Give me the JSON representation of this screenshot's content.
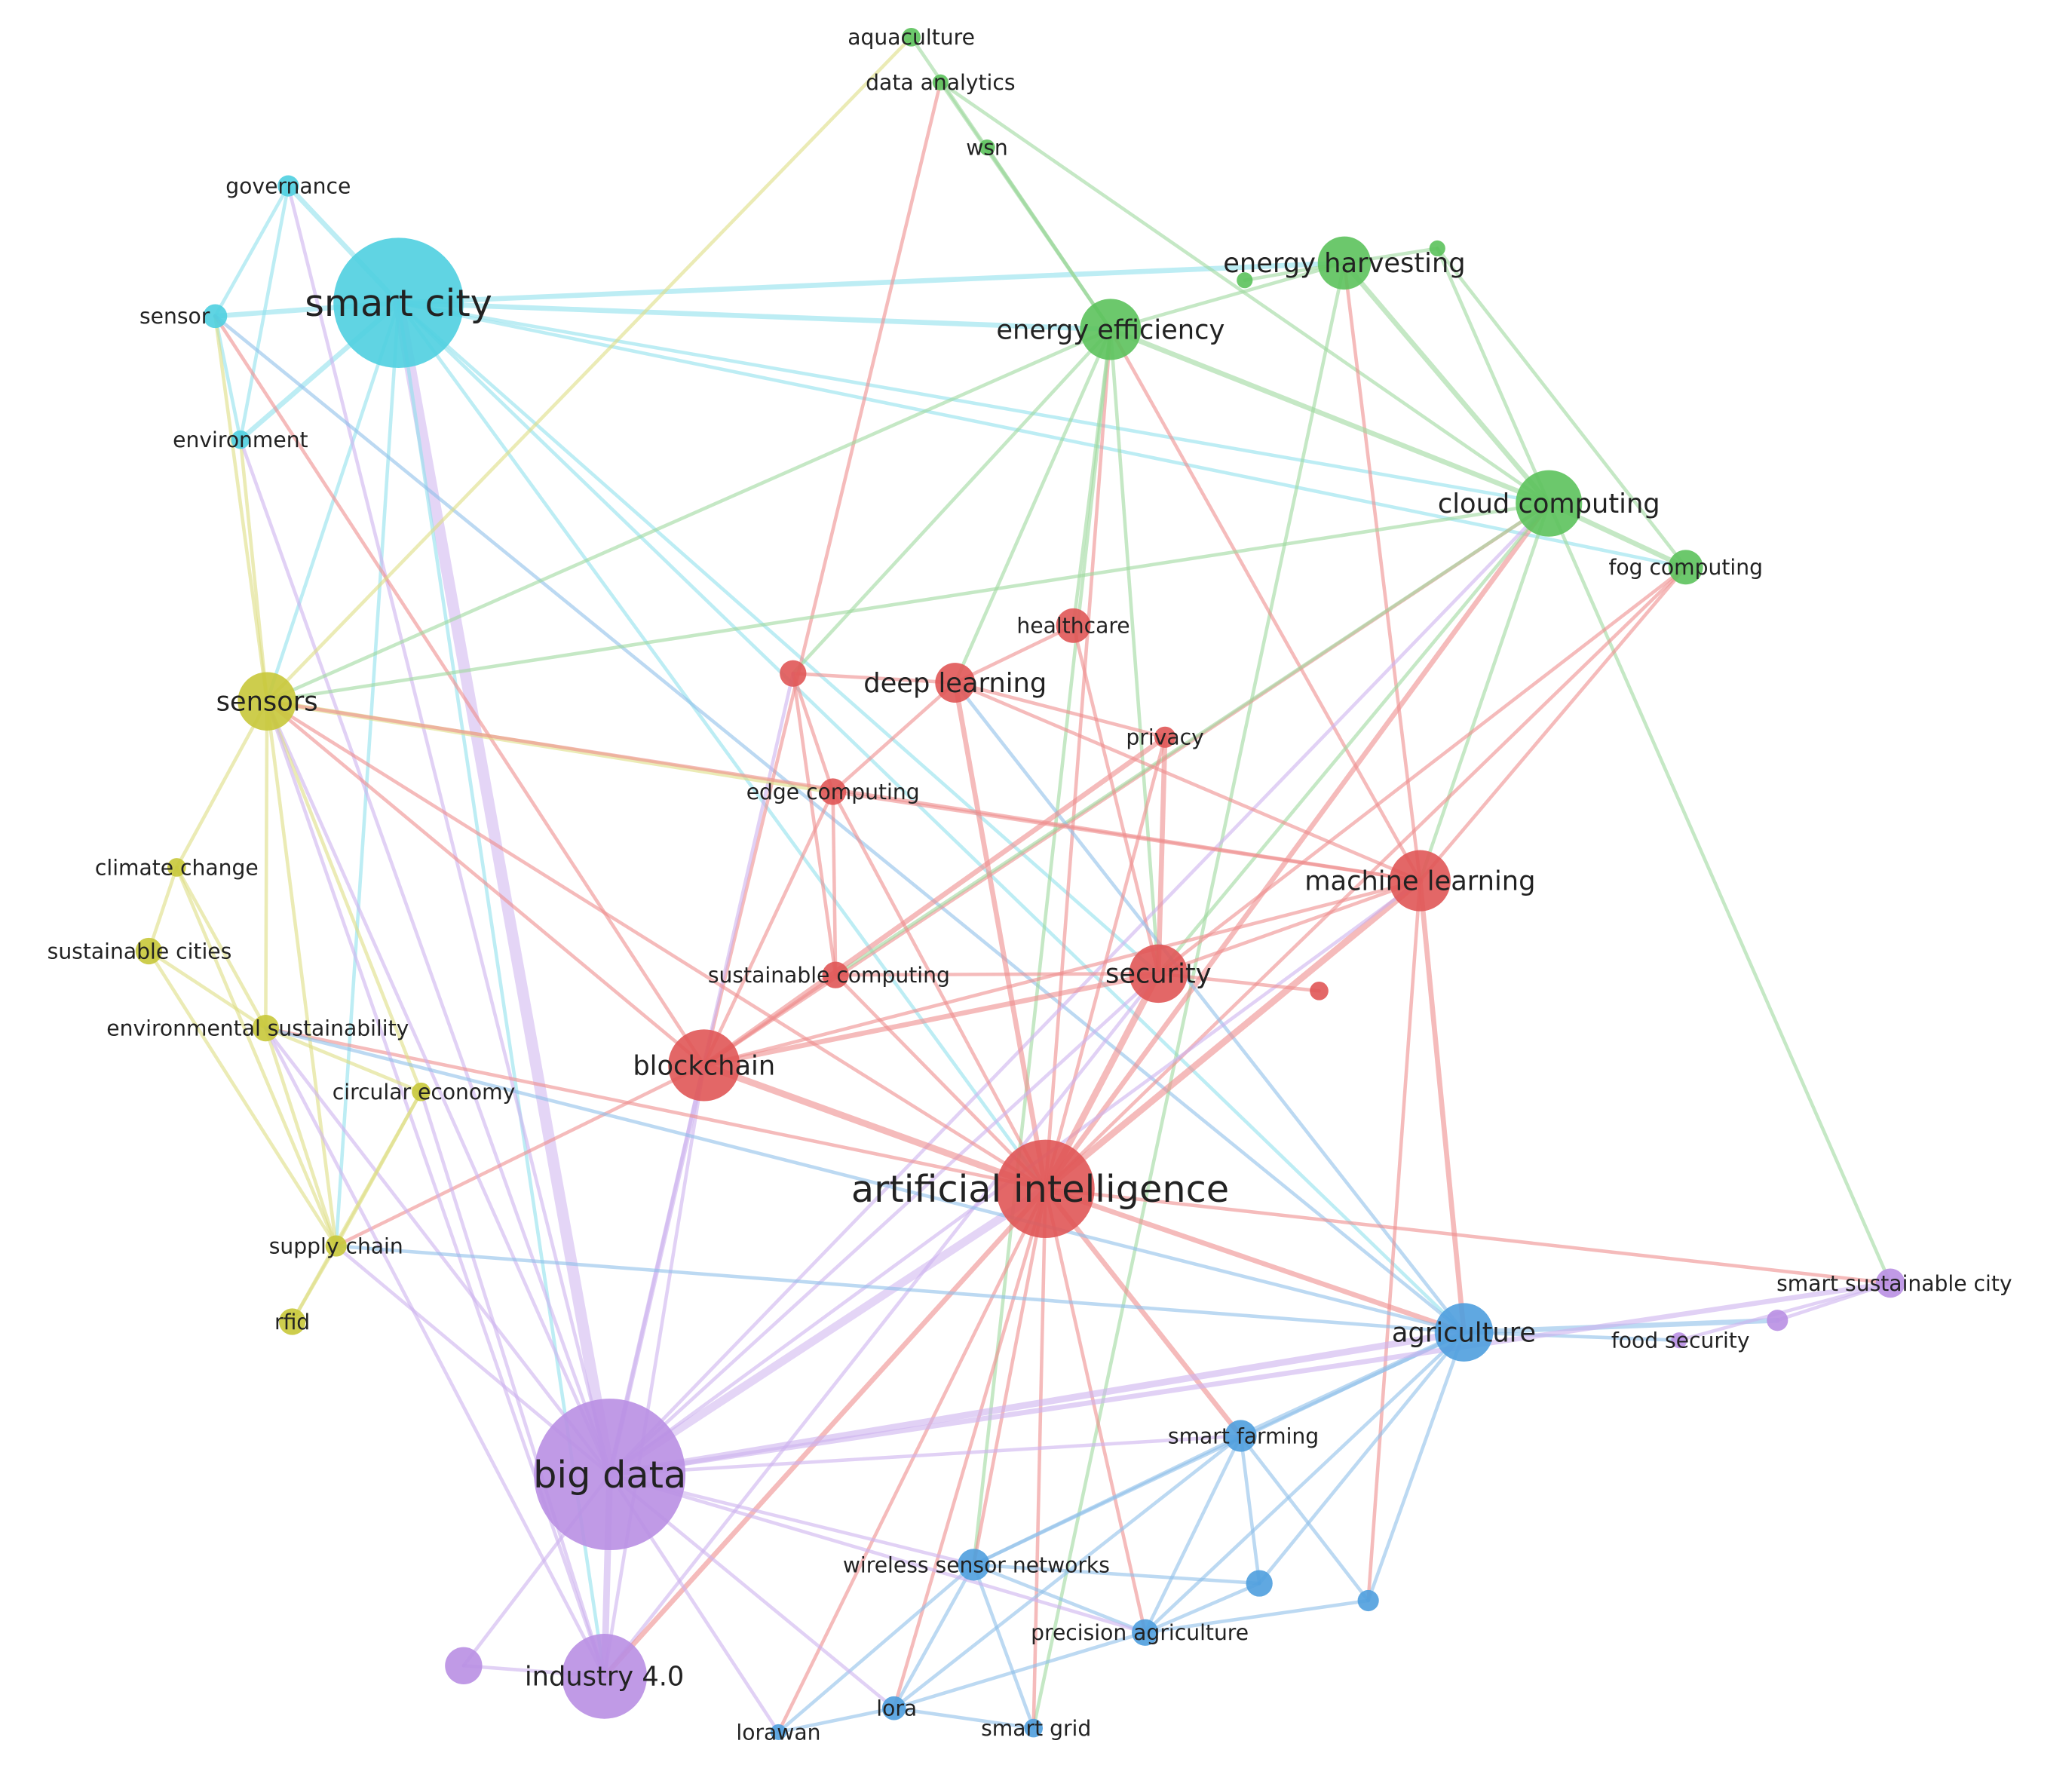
{
  "clusters": {
    "red": {
      "node": "#e05757",
      "edge": "#ef8e8e"
    },
    "green": {
      "node": "#5cc25c",
      "edge": "#9fd89f"
    },
    "blue": {
      "node": "#4f9ede",
      "edge": "#8fc0ea"
    },
    "yellow": {
      "node": "#c8c83a",
      "edge": "#dede84"
    },
    "purple": {
      "node": "#b98fe3",
      "edge": "#cdb2ef"
    },
    "cyan": {
      "node": "#4fcfe0",
      "edge": "#91e1ec"
    }
  },
  "nodes": [
    {
      "id": "n_smartcity",
      "label": "smart city",
      "cluster": "cyan",
      "weight": 20,
      "importance": "major"
    },
    {
      "id": "n_governance",
      "label": "governance",
      "cluster": "cyan",
      "weight": 2,
      "importance": "minor"
    },
    {
      "id": "n_sensor",
      "label": "sensor",
      "cluster": "cyan",
      "weight": 2,
      "importance": "minor"
    },
    {
      "id": "n_environment",
      "label": "environment",
      "cluster": "cyan",
      "weight": 2,
      "importance": "minor"
    },
    {
      "id": "n_aquaculture",
      "label": "aquaculture",
      "cluster": "green",
      "weight": 1,
      "importance": "minor"
    },
    {
      "id": "n_dataanalytics",
      "label": "data analytics",
      "cluster": "green",
      "weight": 1,
      "importance": "minor"
    },
    {
      "id": "n_wsn",
      "label": "wsn",
      "cluster": "green",
      "weight": 1,
      "importance": "minor"
    },
    {
      "id": "n_energyharvest",
      "label": "energy harvesting",
      "cluster": "green",
      "weight": 5,
      "importance": "medium"
    },
    {
      "id": "n_green_small1",
      "label": "",
      "cluster": "green",
      "weight": 1,
      "importance": "minor"
    },
    {
      "id": "n_green_small2",
      "label": "",
      "cluster": "green",
      "weight": 1,
      "importance": "minor"
    },
    {
      "id": "n_energyeff",
      "label": "energy efficiency",
      "cluster": "green",
      "weight": 6,
      "importance": "medium"
    },
    {
      "id": "n_cloud",
      "label": "cloud computing",
      "cluster": "green",
      "weight": 7,
      "importance": "medium"
    },
    {
      "id": "n_fog",
      "label": "fog computing",
      "cluster": "green",
      "weight": 3,
      "importance": "minor"
    },
    {
      "id": "n_healthcare",
      "label": "healthcare",
      "cluster": "red",
      "weight": 3,
      "importance": "minor"
    },
    {
      "id": "n_red_small1",
      "label": "",
      "cluster": "red",
      "weight": 2,
      "importance": "minor"
    },
    {
      "id": "n_deeplearning",
      "label": "deep learning",
      "cluster": "red",
      "weight": 4,
      "importance": "medium"
    },
    {
      "id": "n_privacy",
      "label": "privacy",
      "cluster": "red",
      "weight": 1,
      "importance": "minor"
    },
    {
      "id": "n_edge",
      "label": "edge computing",
      "cluster": "red",
      "weight": 2,
      "importance": "minor"
    },
    {
      "id": "n_ml",
      "label": "machine learning",
      "cluster": "red",
      "weight": 7,
      "importance": "medium"
    },
    {
      "id": "n_sustcomp",
      "label": "sustainable computing",
      "cluster": "red",
      "weight": 2,
      "importance": "minor"
    },
    {
      "id": "n_security",
      "label": "security",
      "cluster": "red",
      "weight": 6,
      "importance": "medium"
    },
    {
      "id": "n_red_small2",
      "label": "",
      "cluster": "red",
      "weight": 1,
      "importance": "minor"
    },
    {
      "id": "n_blockchain",
      "label": "blockchain",
      "cluster": "red",
      "weight": 9,
      "importance": "medium"
    },
    {
      "id": "n_ai",
      "label": "artificial intelligence",
      "cluster": "red",
      "weight": 18,
      "importance": "major"
    },
    {
      "id": "n_sensors",
      "label": "sensors",
      "cluster": "yellow",
      "weight": 5,
      "importance": "medium"
    },
    {
      "id": "n_climate",
      "label": "climate change",
      "cluster": "yellow",
      "weight": 1,
      "importance": "minor"
    },
    {
      "id": "n_sustcities",
      "label": "sustainable cities",
      "cluster": "yellow",
      "weight": 2,
      "importance": "minor"
    },
    {
      "id": "n_envsust",
      "label": "environmental sustainability",
      "cluster": "yellow",
      "weight": 2,
      "importance": "minor"
    },
    {
      "id": "n_circular",
      "label": "circular economy",
      "cluster": "yellow",
      "weight": 1,
      "importance": "minor"
    },
    {
      "id": "n_supply",
      "label": "supply chain",
      "cluster": "yellow",
      "weight": 1,
      "importance": "minor"
    },
    {
      "id": "n_rfid",
      "label": "rfid",
      "cluster": "yellow",
      "weight": 2,
      "importance": "minor"
    },
    {
      "id": "n_agriculture",
      "label": "agriculture",
      "cluster": "blue",
      "weight": 6,
      "importance": "medium"
    },
    {
      "id": "n_smartfarming",
      "label": "smart farming",
      "cluster": "blue",
      "weight": 3,
      "importance": "minor"
    },
    {
      "id": "n_wsnets",
      "label": "wireless sensor networks",
      "cluster": "blue",
      "weight": 3,
      "importance": "minor"
    },
    {
      "id": "n_blue_small1",
      "label": "",
      "cluster": "blue",
      "weight": 2,
      "importance": "minor"
    },
    {
      "id": "n_blue_small2",
      "label": "",
      "cluster": "blue",
      "weight": 1,
      "importance": "minor"
    },
    {
      "id": "n_precision",
      "label": "precision agriculture",
      "cluster": "blue",
      "weight": 2,
      "importance": "minor"
    },
    {
      "id": "n_lora",
      "label": "lora",
      "cluster": "blue",
      "weight": 2,
      "importance": "minor"
    },
    {
      "id": "n_lorawan",
      "label": "lorawan",
      "cluster": "blue",
      "weight": 1,
      "importance": "minor"
    },
    {
      "id": "n_smartgrid",
      "label": "smart grid",
      "cluster": "blue",
      "weight": 1,
      "importance": "minor"
    },
    {
      "id": "n_bigdata",
      "label": "big data",
      "cluster": "purple",
      "weight": 26,
      "importance": "major"
    },
    {
      "id": "n_industry40",
      "label": "industry 4.0",
      "cluster": "purple",
      "weight": 10,
      "importance": "medium"
    },
    {
      "id": "n_purple_small1",
      "label": "",
      "cluster": "purple",
      "weight": 2,
      "importance": "minor"
    },
    {
      "id": "n_foodsec",
      "label": "food security",
      "cluster": "purple",
      "weight": 1,
      "importance": "minor"
    },
    {
      "id": "n_purple_small2",
      "label": "",
      "cluster": "purple",
      "weight": 1,
      "importance": "minor"
    },
    {
      "id": "n_smartsustcity",
      "label": "smart sustainable city",
      "cluster": "purple",
      "weight": 2,
      "importance": "minor"
    }
  ],
  "edges": [
    [
      "n_smartcity",
      "n_governance",
      2
    ],
    [
      "n_smartcity",
      "n_sensor",
      2
    ],
    [
      "n_smartcity",
      "n_environment",
      2
    ],
    [
      "n_smartcity",
      "n_energyharvest",
      2
    ],
    [
      "n_smartcity",
      "n_energyeff",
      2
    ],
    [
      "n_smartcity",
      "n_cloud",
      1
    ],
    [
      "n_smartcity",
      "n_fog",
      1
    ],
    [
      "n_smartcity",
      "n_bigdata",
      6
    ],
    [
      "n_smartcity",
      "n_industry40",
      1
    ],
    [
      "n_smartcity",
      "n_ai",
      1
    ],
    [
      "n_smartcity",
      "n_agriculture",
      1
    ],
    [
      "n_smartcity",
      "n_sensors",
      1
    ],
    [
      "n_smartcity",
      "n_supply",
      1
    ],
    [
      "n_smartcity",
      "n_security",
      1
    ],
    [
      "n_governance",
      "n_sensor",
      1
    ],
    [
      "n_governance",
      "n_environment",
      1
    ],
    [
      "n_governance",
      "n_bigdata",
      1
    ],
    [
      "n_sensor",
      "n_environment",
      1
    ],
    [
      "n_sensor",
      "n_sensors",
      1
    ],
    [
      "n_sensor",
      "n_blockchain",
      1
    ],
    [
      "n_sensor",
      "n_agriculture",
      1
    ],
    [
      "n_environment",
      "n_sensors",
      1
    ],
    [
      "n_environment",
      "n_bigdata",
      1
    ],
    [
      "n_aquaculture",
      "n_energyeff",
      1
    ],
    [
      "n_aquaculture",
      "n_sensors",
      1
    ],
    [
      "n_dataanalytics",
      "n_energyeff",
      1
    ],
    [
      "n_dataanalytics",
      "n_cloud",
      1
    ],
    [
      "n_dataanalytics",
      "n_blockchain",
      1
    ],
    [
      "n_wsn",
      "n_energyeff",
      1
    ],
    [
      "n_energyharvest",
      "n_energyeff",
      1
    ],
    [
      "n_energyharvest",
      "n_cloud",
      2
    ],
    [
      "n_energyharvest",
      "n_ml",
      1
    ],
    [
      "n_energyharvest",
      "n_smartgrid",
      1
    ],
    [
      "n_energyharvest",
      "n_green_small1",
      1
    ],
    [
      "n_energyharvest",
      "n_green_small2",
      1
    ],
    [
      "n_green_small2",
      "n_cloud",
      1
    ],
    [
      "n_green_small2",
      "n_fog",
      1
    ],
    [
      "n_energyeff",
      "n_cloud",
      2
    ],
    [
      "n_energyeff",
      "n_ai",
      1
    ],
    [
      "n_energyeff",
      "n_healthcare",
      1
    ],
    [
      "n_energyeff",
      "n_sensors",
      1
    ],
    [
      "n_energyeff",
      "n_security",
      1
    ],
    [
      "n_energyeff",
      "n_red_small1",
      1
    ],
    [
      "n_energyeff",
      "n_ml",
      1
    ],
    [
      "n_energyeff",
      "n_wsnets",
      1
    ],
    [
      "n_energyeff",
      "n_deeplearning",
      1
    ],
    [
      "n_cloud",
      "n_fog",
      2
    ],
    [
      "n_cloud",
      "n_ai",
      2
    ],
    [
      "n_cloud",
      "n_sensors",
      1
    ],
    [
      "n_cloud",
      "n_ml",
      1
    ],
    [
      "n_cloud",
      "n_security",
      1
    ],
    [
      "n_cloud",
      "n_blockchain",
      1
    ],
    [
      "n_cloud",
      "n_bigdata",
      1
    ],
    [
      "n_cloud",
      "n_smartsustcity",
      1
    ],
    [
      "n_cloud",
      "n_sustcomp",
      1
    ],
    [
      "n_fog",
      "n_ai",
      1
    ],
    [
      "n_fog",
      "n_security",
      1
    ],
    [
      "n_fog",
      "n_ml",
      1
    ],
    [
      "n_healthcare",
      "n_deeplearning",
      1
    ],
    [
      "n_healthcare",
      "n_security",
      1
    ],
    [
      "n_deeplearning",
      "n_red_small1",
      1
    ],
    [
      "n_deeplearning",
      "n_ai",
      2
    ],
    [
      "n_deeplearning",
      "n_ml",
      1
    ],
    [
      "n_deeplearning",
      "n_privacy",
      1
    ],
    [
      "n_deeplearning",
      "n_edge",
      1
    ],
    [
      "n_deeplearning",
      "n_agriculture",
      1
    ],
    [
      "n_red_small1",
      "n_edge",
      1
    ],
    [
      "n_red_small1",
      "n_sustcomp",
      1
    ],
    [
      "n_red_small1",
      "n_bigdata",
      1
    ],
    [
      "n_privacy",
      "n_blockchain",
      2
    ],
    [
      "n_privacy",
      "n_security",
      2
    ],
    [
      "n_privacy",
      "n_ai",
      1
    ],
    [
      "n_edge",
      "n_blockchain",
      1
    ],
    [
      "n_edge",
      "n_ai",
      1
    ],
    [
      "n_edge",
      "n_sustcomp",
      1
    ],
    [
      "n_edge",
      "n_ml",
      1
    ],
    [
      "n_edge",
      "n_sensors",
      2
    ],
    [
      "n_ml",
      "n_ai",
      3
    ],
    [
      "n_ml",
      "n_security",
      1
    ],
    [
      "n_ml",
      "n_blockchain",
      1
    ],
    [
      "n_ml",
      "n_agriculture",
      2
    ],
    [
      "n_ml",
      "n_bigdata",
      1
    ],
    [
      "n_ml",
      "n_blue_small2",
      1
    ],
    [
      "n_ml",
      "n_sensors",
      1
    ],
    [
      "n_sustcomp",
      "n_security",
      1
    ],
    [
      "n_sustcomp",
      "n_blockchain",
      1
    ],
    [
      "n_sustcomp",
      "n_ai",
      1
    ],
    [
      "n_security",
      "n_blockchain",
      2
    ],
    [
      "n_security",
      "n_ai",
      3
    ],
    [
      "n_security",
      "n_red_small2",
      1
    ],
    [
      "n_security",
      "n_bigdata",
      1
    ],
    [
      "n_security",
      "n_industry40",
      1
    ],
    [
      "n_blockchain",
      "n_ai",
      3
    ],
    [
      "n_blockchain",
      "n_bigdata",
      2
    ],
    [
      "n_blockchain",
      "n_sensors",
      1
    ],
    [
      "n_blockchain",
      "n_supply",
      1
    ],
    [
      "n_blockchain",
      "n_industry40",
      1
    ],
    [
      "n_ai",
      "n_bigdata",
      4
    ],
    [
      "n_ai",
      "n_agriculture",
      2
    ],
    [
      "n_ai",
      "n_smartfarming",
      2
    ],
    [
      "n_ai",
      "n_wsnets",
      1
    ],
    [
      "n_ai",
      "n_industry40",
      2
    ],
    [
      "n_ai",
      "n_sensors",
      1
    ],
    [
      "n_ai",
      "n_lora",
      1
    ],
    [
      "n_ai",
      "n_precision",
      1
    ],
    [
      "n_ai",
      "n_lorawan",
      1
    ],
    [
      "n_ai",
      "n_smartgrid",
      1
    ],
    [
      "n_ai",
      "n_envsust",
      1
    ],
    [
      "n_sensors",
      "n_climate",
      1
    ],
    [
      "n_sensors",
      "n_envsust",
      1
    ],
    [
      "n_sensors",
      "n_supply",
      1
    ],
    [
      "n_sensors",
      "n_bigdata",
      1
    ],
    [
      "n_sensors",
      "n_circular",
      1
    ],
    [
      "n_sensors",
      "n_industry40",
      1
    ],
    [
      "n_climate",
      "n_sustcities",
      1
    ],
    [
      "n_climate",
      "n_envsust",
      1
    ],
    [
      "n_climate",
      "n_supply",
      1
    ],
    [
      "n_sustcities",
      "n_envsust",
      1
    ],
    [
      "n_sustcities",
      "n_supply",
      1
    ],
    [
      "n_envsust",
      "n_circular",
      1
    ],
    [
      "n_envsust",
      "n_supply",
      1
    ],
    [
      "n_envsust",
      "n_bigdata",
      1
    ],
    [
      "n_envsust",
      "n_industry40",
      1
    ],
    [
      "n_envsust",
      "n_agriculture",
      1
    ],
    [
      "n_circular",
      "n_supply",
      1
    ],
    [
      "n_circular",
      "n_rfid",
      1
    ],
    [
      "n_circular",
      "n_industry40",
      1
    ],
    [
      "n_supply",
      "n_rfid",
      1
    ],
    [
      "n_supply",
      "n_agriculture",
      1
    ],
    [
      "n_supply",
      "n_bigdata",
      1
    ],
    [
      "n_agriculture",
      "n_smartfarming",
      2
    ],
    [
      "n_agriculture",
      "n_bigdata",
      3
    ],
    [
      "n_agriculture",
      "n_foodsec",
      1
    ],
    [
      "n_agriculture",
      "n_purple_small2",
      2
    ],
    [
      "n_agriculture",
      "n_wsnets",
      1
    ],
    [
      "n_agriculture",
      "n_blue_small1",
      1
    ],
    [
      "n_agriculture",
      "n_blue_small2",
      1
    ],
    [
      "n_agriculture",
      "n_precision",
      1
    ],
    [
      "n_smartfarming",
      "n_wsnets",
      1
    ],
    [
      "n_smartfarming",
      "n_bigdata",
      1
    ],
    [
      "n_smartfarming",
      "n_precision",
      1
    ],
    [
      "n_smartfarming",
      "n_blue_small1",
      1
    ],
    [
      "n_smartfarming",
      "n_blue_small2",
      1
    ],
    [
      "n_smartfarming",
      "n_lora",
      1
    ],
    [
      "n_wsnets",
      "n_lora",
      1
    ],
    [
      "n_wsnets",
      "n_lorawan",
      1
    ],
    [
      "n_wsnets",
      "n_smartgrid",
      1
    ],
    [
      "n_wsnets",
      "n_blue_small1",
      1
    ],
    [
      "n_wsnets",
      "n_bigdata",
      1
    ],
    [
      "n_wsnets",
      "n_precision",
      1
    ],
    [
      "n_precision",
      "n_blue_small1",
      1
    ],
    [
      "n_precision",
      "n_blue_small2",
      1
    ],
    [
      "n_precision",
      "n_lora",
      1
    ],
    [
      "n_precision",
      "n_bigdata",
      1
    ],
    [
      "n_lora",
      "n_lorawan",
      1
    ],
    [
      "n_lora",
      "n_smartgrid",
      1
    ],
    [
      "n_lora",
      "n_bigdata",
      1
    ],
    [
      "n_bigdata",
      "n_industry40",
      3
    ],
    [
      "n_bigdata",
      "n_purple_small1",
      1
    ],
    [
      "n_bigdata",
      "n_smartsustcity",
      2
    ],
    [
      "n_bigdata",
      "n_lorawan",
      1
    ],
    [
      "n_industry40",
      "n_purple_small1",
      1
    ],
    [
      "n_purple_small2",
      "n_smartsustcity",
      1
    ],
    [
      "n_foodsec",
      "n_smartsustcity",
      1
    ],
    [
      "n_smartsustcity",
      "n_ai",
      1
    ]
  ]
}
